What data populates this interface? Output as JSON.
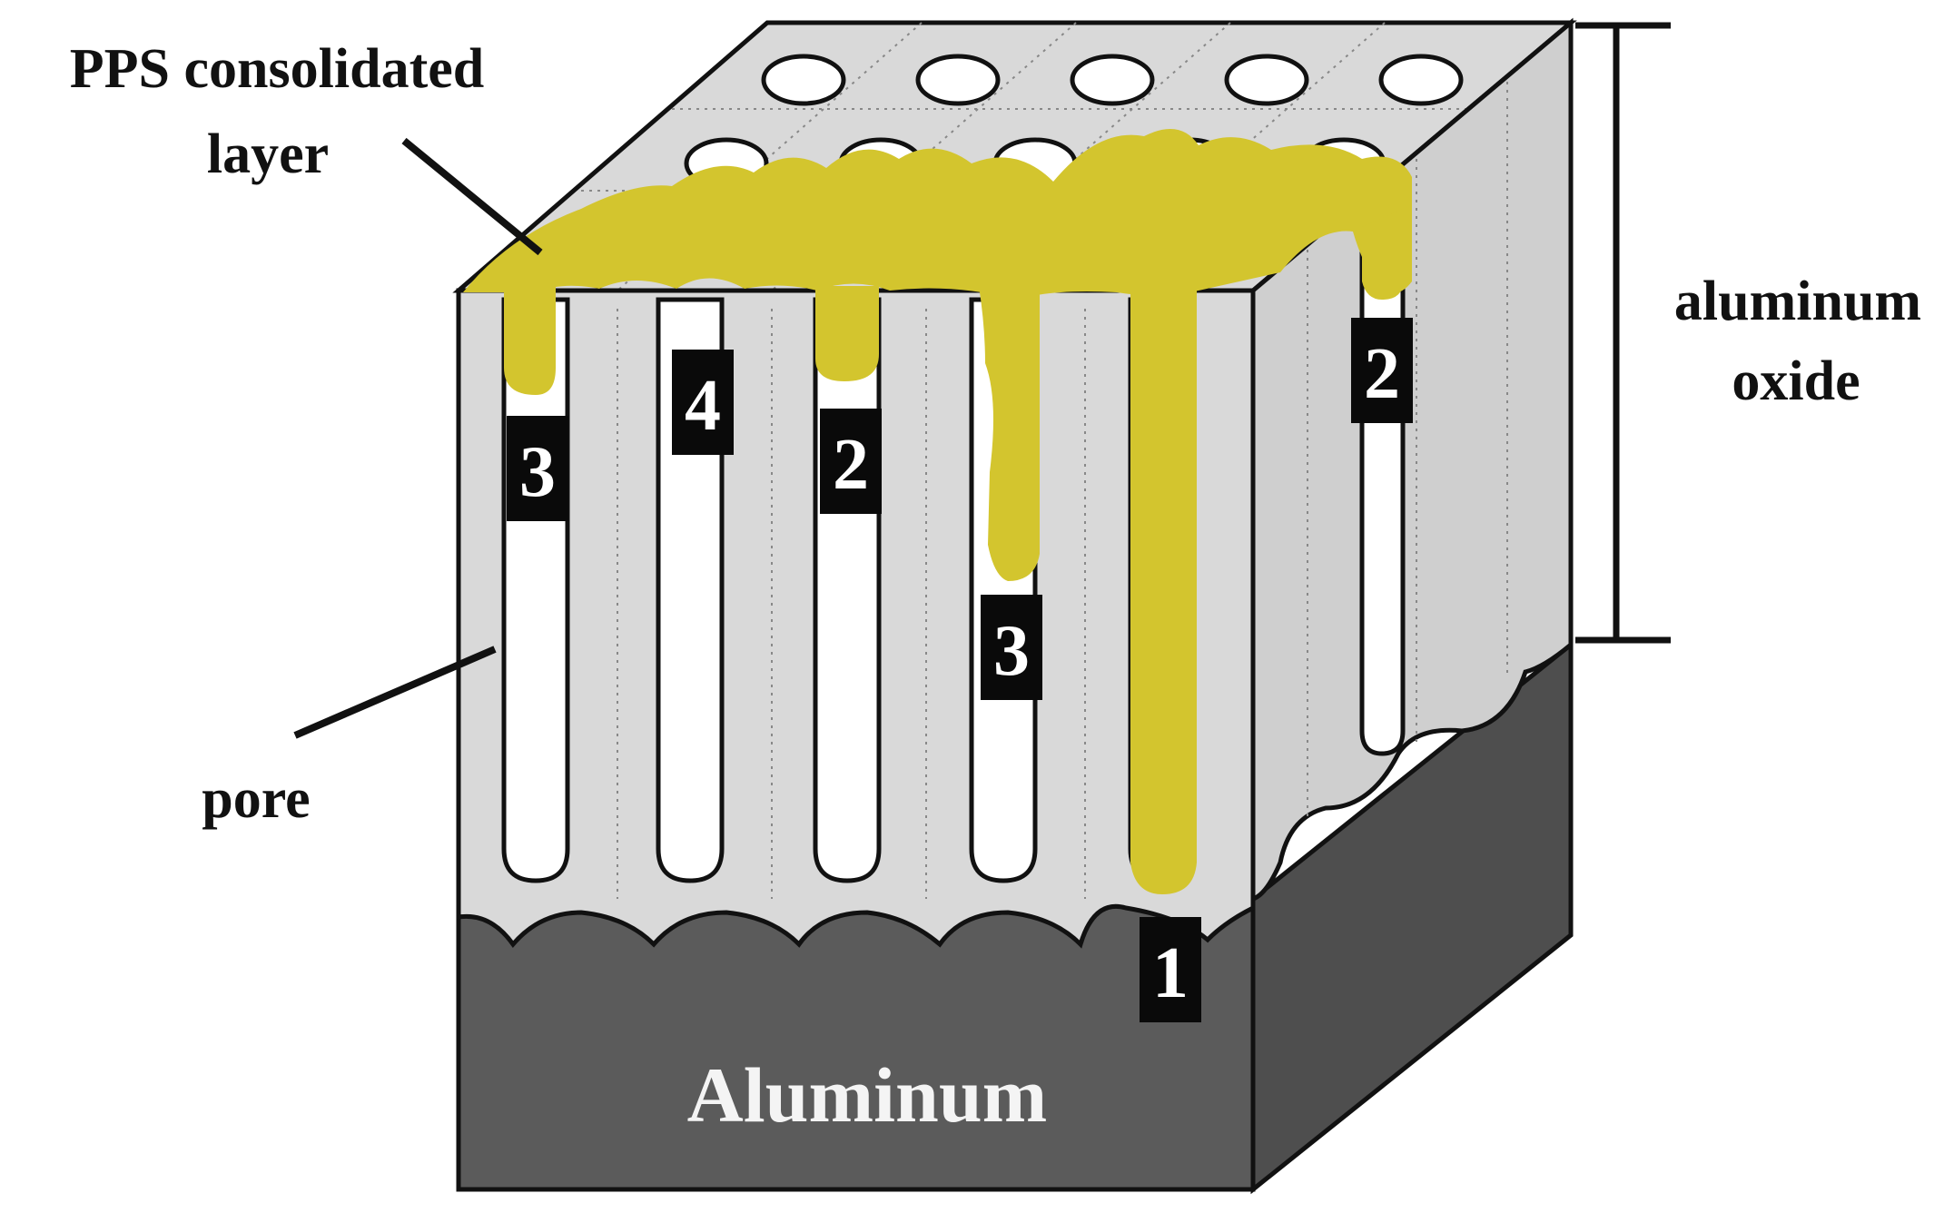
{
  "labels": {
    "pps_line1": "PPS consolidated",
    "pps_line2": "layer",
    "oxide_line1": "aluminum",
    "oxide_line2": "oxide",
    "pore": "pore",
    "aluminum": "Aluminum"
  },
  "pore_markers": [
    "3",
    "4",
    "2",
    "3",
    "1",
    "2"
  ],
  "colors": {
    "oxide": "#d9d9d9",
    "oxide_side": "#cfcfcf",
    "aluminum": "#5b5b5b",
    "aluminum_side": "#4e4e4e",
    "pps": "#d3c52e",
    "badge": "#0a0a0a"
  }
}
